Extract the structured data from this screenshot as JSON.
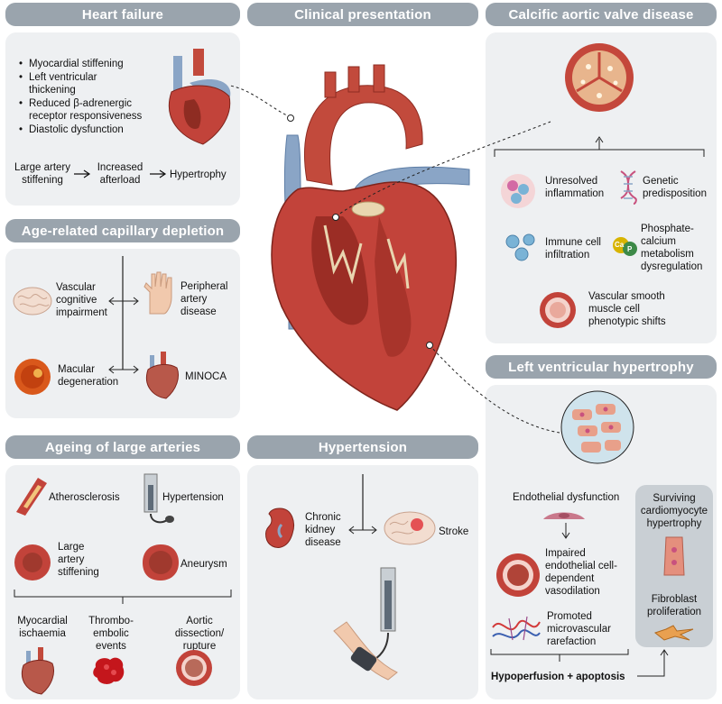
{
  "headers": {
    "heart_failure": "Heart failure",
    "clinical_presentation": "Clinical presentation",
    "calcific": "Calcific aortic valve disease",
    "capillary": "Age-related capillary depletion",
    "large_arteries": "Ageing of large arteries",
    "hypertension": "Hypertension",
    "lvh": "Left ventricular hypertrophy"
  },
  "heart_failure": {
    "bullets": [
      "Myocardial stiffening",
      "Left ventricular thickening",
      "Reduced β-adrenergic receptor responsiveness",
      "Diastolic dysfunction"
    ],
    "flow": [
      "Large artery stiffening",
      "Increased afterload",
      "Hypertrophy"
    ]
  },
  "capillary": {
    "vascular": "Vascular cognitive impairment",
    "peripheral": "Peripheral artery disease",
    "macular": "Macular degeneration",
    "minoca": "MINOCA"
  },
  "calcific": {
    "inflammation": "Unresolved inflammation",
    "genetic": "Genetic predisposition",
    "immune": "Immune cell infiltration",
    "phosphate": "Phosphate-calcium metabolism dysregulation",
    "vsmc": "Vascular smooth muscle cell phenotypic shifts",
    "ca_label": "Ca",
    "p_label": "P"
  },
  "large_arteries": {
    "atherosclerosis": "Atherosclerosis",
    "hypertension": "Hypertension",
    "stiffening": "Large artery stiffening",
    "aneurysm": "Aneurysm",
    "ischaemia": "Myocardial ischaemia",
    "thrombo": "Thrombo-embolic events",
    "dissection": "Aortic dissection/ rupture"
  },
  "hypertension": {
    "kidney": "Chronic kidney disease",
    "stroke": "Stroke"
  },
  "lvh": {
    "endothelial": "Endothelial dysfunction",
    "impaired": "Impaired endothelial cell-dependent vasodilation",
    "rarefaction": "Promoted microvascular rarefaction",
    "surviving": "Surviving cardiomyocyte hypertrophy",
    "fibroblast": "Fibroblast proliferation",
    "hypoperfusion": "Hypoperfusion + apoptosis"
  },
  "colors": {
    "header_bg": "#9aa4ad",
    "panel_bg": "#eef0f2",
    "muscle": "#c2433a",
    "vessel_blue": "#7f9bbd"
  }
}
